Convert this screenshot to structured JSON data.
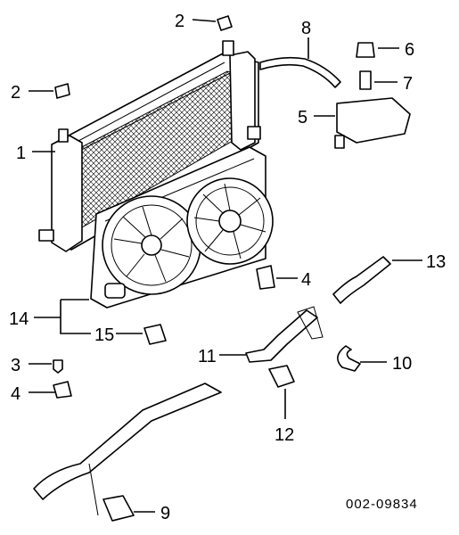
{
  "callouts": [
    {
      "id": "c1",
      "label": "1"
    },
    {
      "id": "c2a",
      "label": "2"
    },
    {
      "id": "c2b",
      "label": "2"
    },
    {
      "id": "c3",
      "label": "3"
    },
    {
      "id": "c4a",
      "label": "4"
    },
    {
      "id": "c4b",
      "label": "4"
    },
    {
      "id": "c5",
      "label": "5"
    },
    {
      "id": "c6",
      "label": "6"
    },
    {
      "id": "c7",
      "label": "7"
    },
    {
      "id": "c8",
      "label": "8"
    },
    {
      "id": "c9",
      "label": "9"
    },
    {
      "id": "c10",
      "label": "10"
    },
    {
      "id": "c11",
      "label": "11"
    },
    {
      "id": "c12",
      "label": "12"
    },
    {
      "id": "c13",
      "label": "13"
    },
    {
      "id": "c14",
      "label": "14"
    },
    {
      "id": "c15",
      "label": "15"
    }
  ],
  "reference_code": "002-09834"
}
